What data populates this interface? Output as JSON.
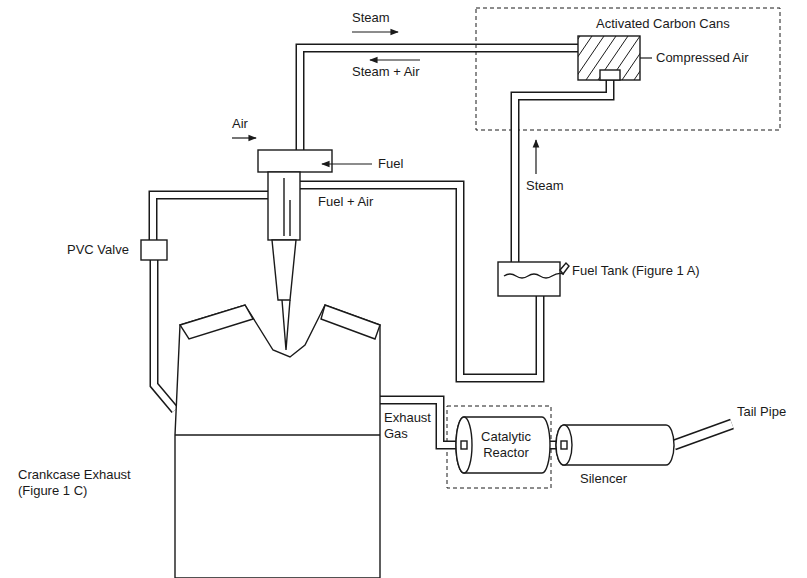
{
  "diagram": {
    "nodes": [
      {
        "text": [
          "Activated Carbon Cans"
        ]
      },
      {
        "text": [
          "PVC Valve"
        ]
      },
      {
        "text": [
          "Fuel Tank (Figure 1 A)"
        ]
      },
      {
        "text": [
          "Crankcase Exhaust (Figure 1 C)"
        ]
      },
      {
        "text": [
          "Catalytic Reactor"
        ]
      },
      {
        "text": [
          "Silencer"
        ]
      }
    ],
    "edges": [
      {
        "from": 1,
        "to": 3,
        "arrow": "none"
      },
      {
        "from": 3,
        "to": 4,
        "arrow": "none"
      },
      {
        "from": 4,
        "to": 5,
        "arrow": "none"
      },
      {
        "from": 2,
        "to": 0,
        "arrow": "none"
      }
    ],
    "labels": [
      "Steam",
      "Steam + Air",
      "Air",
      "Fuel",
      "Fuel + Air",
      "Steam",
      "Compressed Air",
      "Exhaust Gas",
      "Tail Pipe"
    ]
  }
}
